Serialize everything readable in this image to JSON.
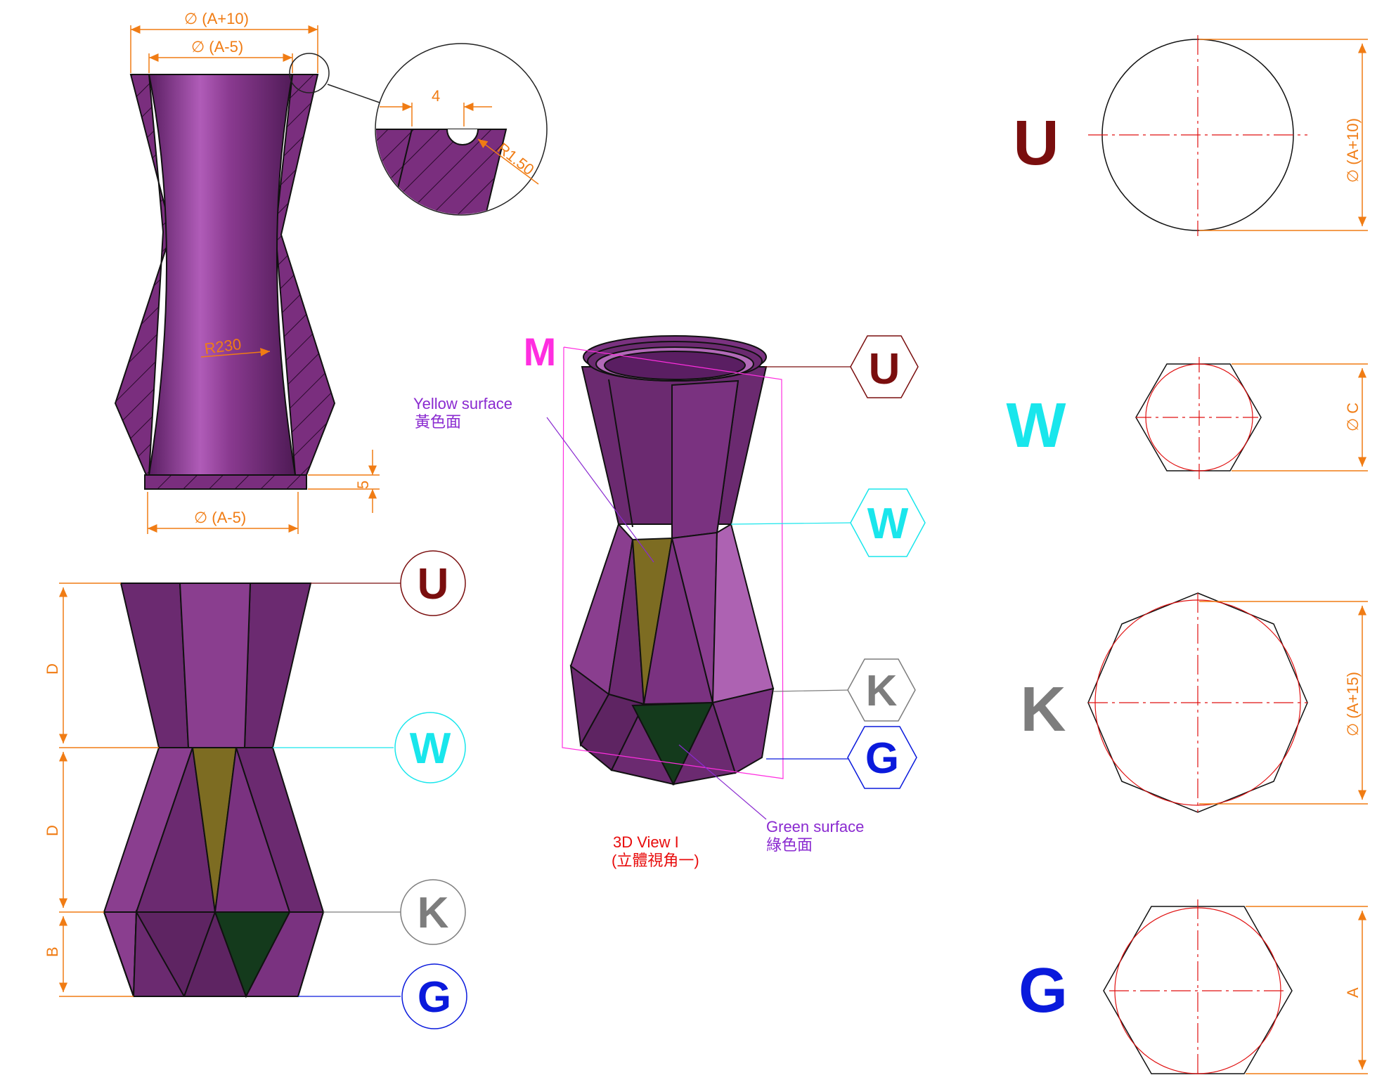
{
  "colors": {
    "dimension": "#f07c14",
    "purple": "#7a2e7e",
    "label_U": "#7a0e0e",
    "label_W": "#19e6ec",
    "label_K": "#7d7d7d",
    "label_G": "#0a1adc",
    "label_M": "#ff2ee0",
    "yellow_surface": "#7d6c22",
    "green_surface": "#143a1c",
    "note_purple": "#8a2ad0",
    "note_red": "#e80c0c",
    "centerline": "#e01010"
  },
  "section_view": {
    "dim_top_outer": "∅ (A+10)",
    "dim_top_inner": "∅ (A-5)",
    "dim_bottom_inner": "∅ (A-5)",
    "dim_radius": "R230",
    "dim_base_thickness": "5"
  },
  "detail_view": {
    "dim_groove_width": "4",
    "dim_groove_radius": "R1.50"
  },
  "front_view": {
    "dim_upper_height": "D",
    "dim_middle_height": "D",
    "dim_lower_height": "B",
    "callout_U": "U",
    "callout_W": "W",
    "callout_K": "K",
    "callout_G": "G"
  },
  "iso_view": {
    "label_M": "M",
    "callout_U": "U",
    "callout_W": "W",
    "callout_K": "K",
    "callout_G": "G",
    "yellow_en": "Yellow surface",
    "yellow_zh": "黃色面",
    "green_en": "Green surface",
    "green_zh": "綠色面",
    "caption_en": "3D View I",
    "caption_zh": "(立體視角一)"
  },
  "profiles": {
    "U": {
      "label": "U",
      "shape": "circle",
      "dim": "∅ (A+10)"
    },
    "W": {
      "label": "W",
      "shape": "hexagon",
      "dim": "∅ C"
    },
    "K": {
      "label": "K",
      "shape": "octagon",
      "dim": "∅ (A+15)"
    },
    "G": {
      "label": "G",
      "shape": "hexagon",
      "dim": "A"
    }
  }
}
